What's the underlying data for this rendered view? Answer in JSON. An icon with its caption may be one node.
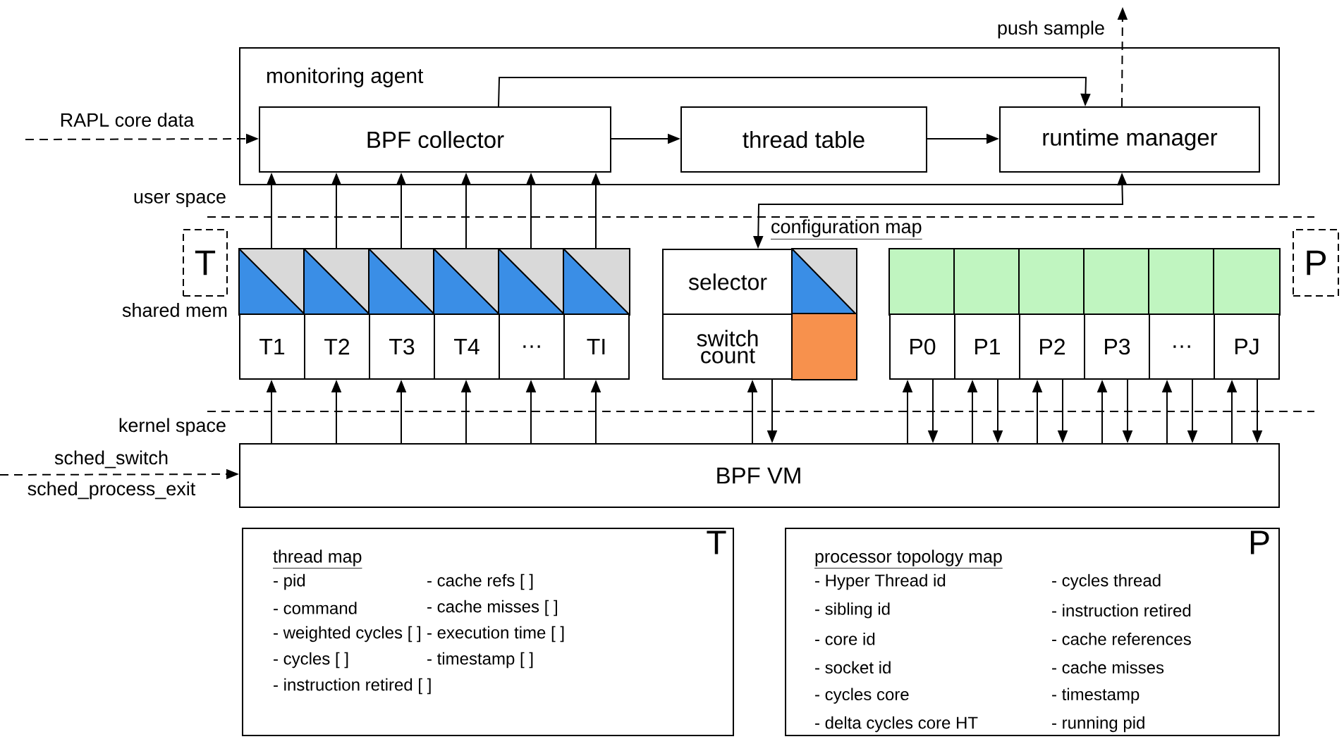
{
  "diagram": {
    "nodes": [
      {
        "text": [
          "monitoring agent"
        ]
      },
      {
        "text": [
          "BPF collector"
        ],
        "in": 0
      },
      {
        "text": [
          "thread table"
        ],
        "in": 0
      },
      {
        "text": [
          "runtime manager"
        ],
        "in": 0
      },
      {
        "text": [
          "T"
        ]
      },
      {
        "text": [
          "P"
        ]
      },
      {
        "text": [],
        "shape": "box"
      },
      {
        "text": [],
        "shape": "box"
      },
      {
        "text": [],
        "shape": "box"
      },
      {
        "text": [],
        "shape": "box"
      },
      {
        "text": [],
        "shape": "box"
      },
      {
        "text": [],
        "shape": "box"
      },
      {
        "text": [
          "T1"
        ]
      },
      {
        "text": [
          "T2"
        ]
      },
      {
        "text": [
          "T3"
        ]
      },
      {
        "text": [
          "T4"
        ]
      },
      {
        "text": [
          "…"
        ]
      },
      {
        "text": [
          "TI"
        ]
      },
      {
        "text": [
          "selector"
        ]
      },
      {
        "text": [],
        "shape": "box"
      },
      {
        "text": [
          "switch count"
        ]
      },
      {
        "text": [],
        "shape": "box"
      },
      {
        "text": [],
        "shape": "box"
      },
      {
        "text": [],
        "shape": "box"
      },
      {
        "text": [],
        "shape": "box"
      },
      {
        "text": [],
        "shape": "box"
      },
      {
        "text": [],
        "shape": "box"
      },
      {
        "text": [],
        "shape": "box"
      },
      {
        "text": [
          "P0"
        ]
      },
      {
        "text": [
          "P1"
        ]
      },
      {
        "text": [
          "P2"
        ]
      },
      {
        "text": [
          "P3"
        ]
      },
      {
        "text": [
          "…"
        ]
      },
      {
        "text": [
          "PJ"
        ]
      },
      {
        "text": [
          "BPF VM"
        ]
      },
      {
        "text": [
          "T",
          "thread map",
          "- pid",
          "- cache refs [ ]",
          "- command",
          "- cache misses [ ]",
          "- weighted cycles [ ]",
          "- execution time [ ]",
          "- cycles [ ]",
          "- timestamp [ ]",
          "- instruction retired [ ]"
        ]
      },
      {
        "text": [
          "P",
          "processor topology map",
          "- Hyper Thread id",
          "- cycles thread",
          "- sibling id",
          "- instruction retired",
          "- core id",
          "- cache references",
          "- socket id",
          "- cache misses",
          "- cycles core",
          "- timestamp",
          "- delta cycles core HT",
          "- running pid"
        ]
      }
    ],
    "edges": [
      {
        "from": 1,
        "to": 2,
        "arrow": "to"
      },
      {
        "from": 2,
        "to": 3,
        "arrow": "to"
      },
      {
        "from": 1,
        "to": 3,
        "arrow": "to"
      },
      {
        "from": null,
        "to": 1,
        "arrow": "to",
        "label": "RAPL core data",
        "style": "dashed"
      },
      {
        "from": 3,
        "to": null,
        "arrow": "to",
        "label": "push sample",
        "style": "dashed"
      },
      {
        "from": 3,
        "to": 18,
        "arrow": "both",
        "label": "configuration map"
      },
      {
        "from": 6,
        "to": 1,
        "arrow": "to"
      },
      {
        "from": 7,
        "to": 1,
        "arrow": "to"
      },
      {
        "from": 8,
        "to": 1,
        "arrow": "to"
      },
      {
        "from": 9,
        "to": 1,
        "arrow": "to"
      },
      {
        "from": 10,
        "to": 1,
        "arrow": "to"
      },
      {
        "from": 11,
        "to": 1,
        "arrow": "to"
      },
      {
        "from": 34,
        "to": 12,
        "arrow": "to"
      },
      {
        "from": 34,
        "to": 13,
        "arrow": "to"
      },
      {
        "from": 34,
        "to": 14,
        "arrow": "to"
      },
      {
        "from": 34,
        "to": 15,
        "arrow": "to"
      },
      {
        "from": 34,
        "to": 16,
        "arrow": "to"
      },
      {
        "from": 34,
        "to": 17,
        "arrow": "to"
      },
      {
        "from": 34,
        "to": 20,
        "arrow": "to"
      },
      {
        "from": 20,
        "to": 34,
        "arrow": "to"
      },
      {
        "from": 34,
        "to": 28,
        "arrow": "to"
      },
      {
        "from": 28,
        "to": 34,
        "arrow": "to"
      },
      {
        "from": 34,
        "to": 29,
        "arrow": "to"
      },
      {
        "from": 29,
        "to": 34,
        "arrow": "to"
      },
      {
        "from": 34,
        "to": 30,
        "arrow": "to"
      },
      {
        "from": 30,
        "to": 34,
        "arrow": "to"
      },
      {
        "from": 34,
        "to": 31,
        "arrow": "to"
      },
      {
        "from": 31,
        "to": 34,
        "arrow": "to"
      },
      {
        "from": 34,
        "to": 32,
        "arrow": "to"
      },
      {
        "from": 32,
        "to": 34,
        "arrow": "to"
      },
      {
        "from": 34,
        "to": 33,
        "arrow": "to"
      },
      {
        "from": 33,
        "to": 34,
        "arrow": "to"
      },
      {
        "from": null,
        "to": 34,
        "arrow": "to",
        "label": "sched_switch",
        "style": "dashed"
      }
    ],
    "labels": [
      "user space",
      "shared mem",
      "kernel space",
      "sched_process_exit"
    ]
  }
}
